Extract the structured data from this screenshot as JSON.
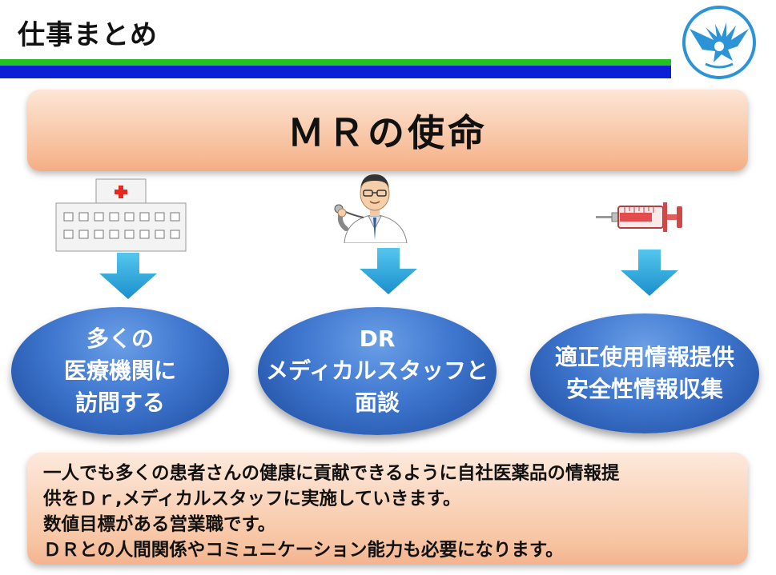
{
  "title": "仕事まとめ",
  "mission": "ＭＲの使命",
  "ovals": [
    [
      "多くの",
      "医療機関に",
      "訪問する"
    ],
    [
      "DR",
      "メディカルスタッフと",
      "面談"
    ],
    [
      "適正使用情報提供",
      "安全性情報収集"
    ]
  ],
  "description": [
    "一人でも多くの患者さんの健康に貢献できるように自社医薬品の情報提",
    "供をＤｒ,メディカルスタッフに実施していきます。",
    "数値目標がある営業職です。",
    "ＤＲとの人間関係やコミュニケーション能力も必要になります。"
  ],
  "colors": {
    "accent_green": "#22c222",
    "accent_blue": "#0a1fd6",
    "oval_blue": "#3f77cf",
    "box_orange": "#f6b891",
    "arrow_cyan": "#29a9dc"
  },
  "icons": [
    "company-logo-eagle-icon",
    "hospital-icon",
    "doctor-icon",
    "syringe-icon",
    "arrow-down-icon"
  ]
}
